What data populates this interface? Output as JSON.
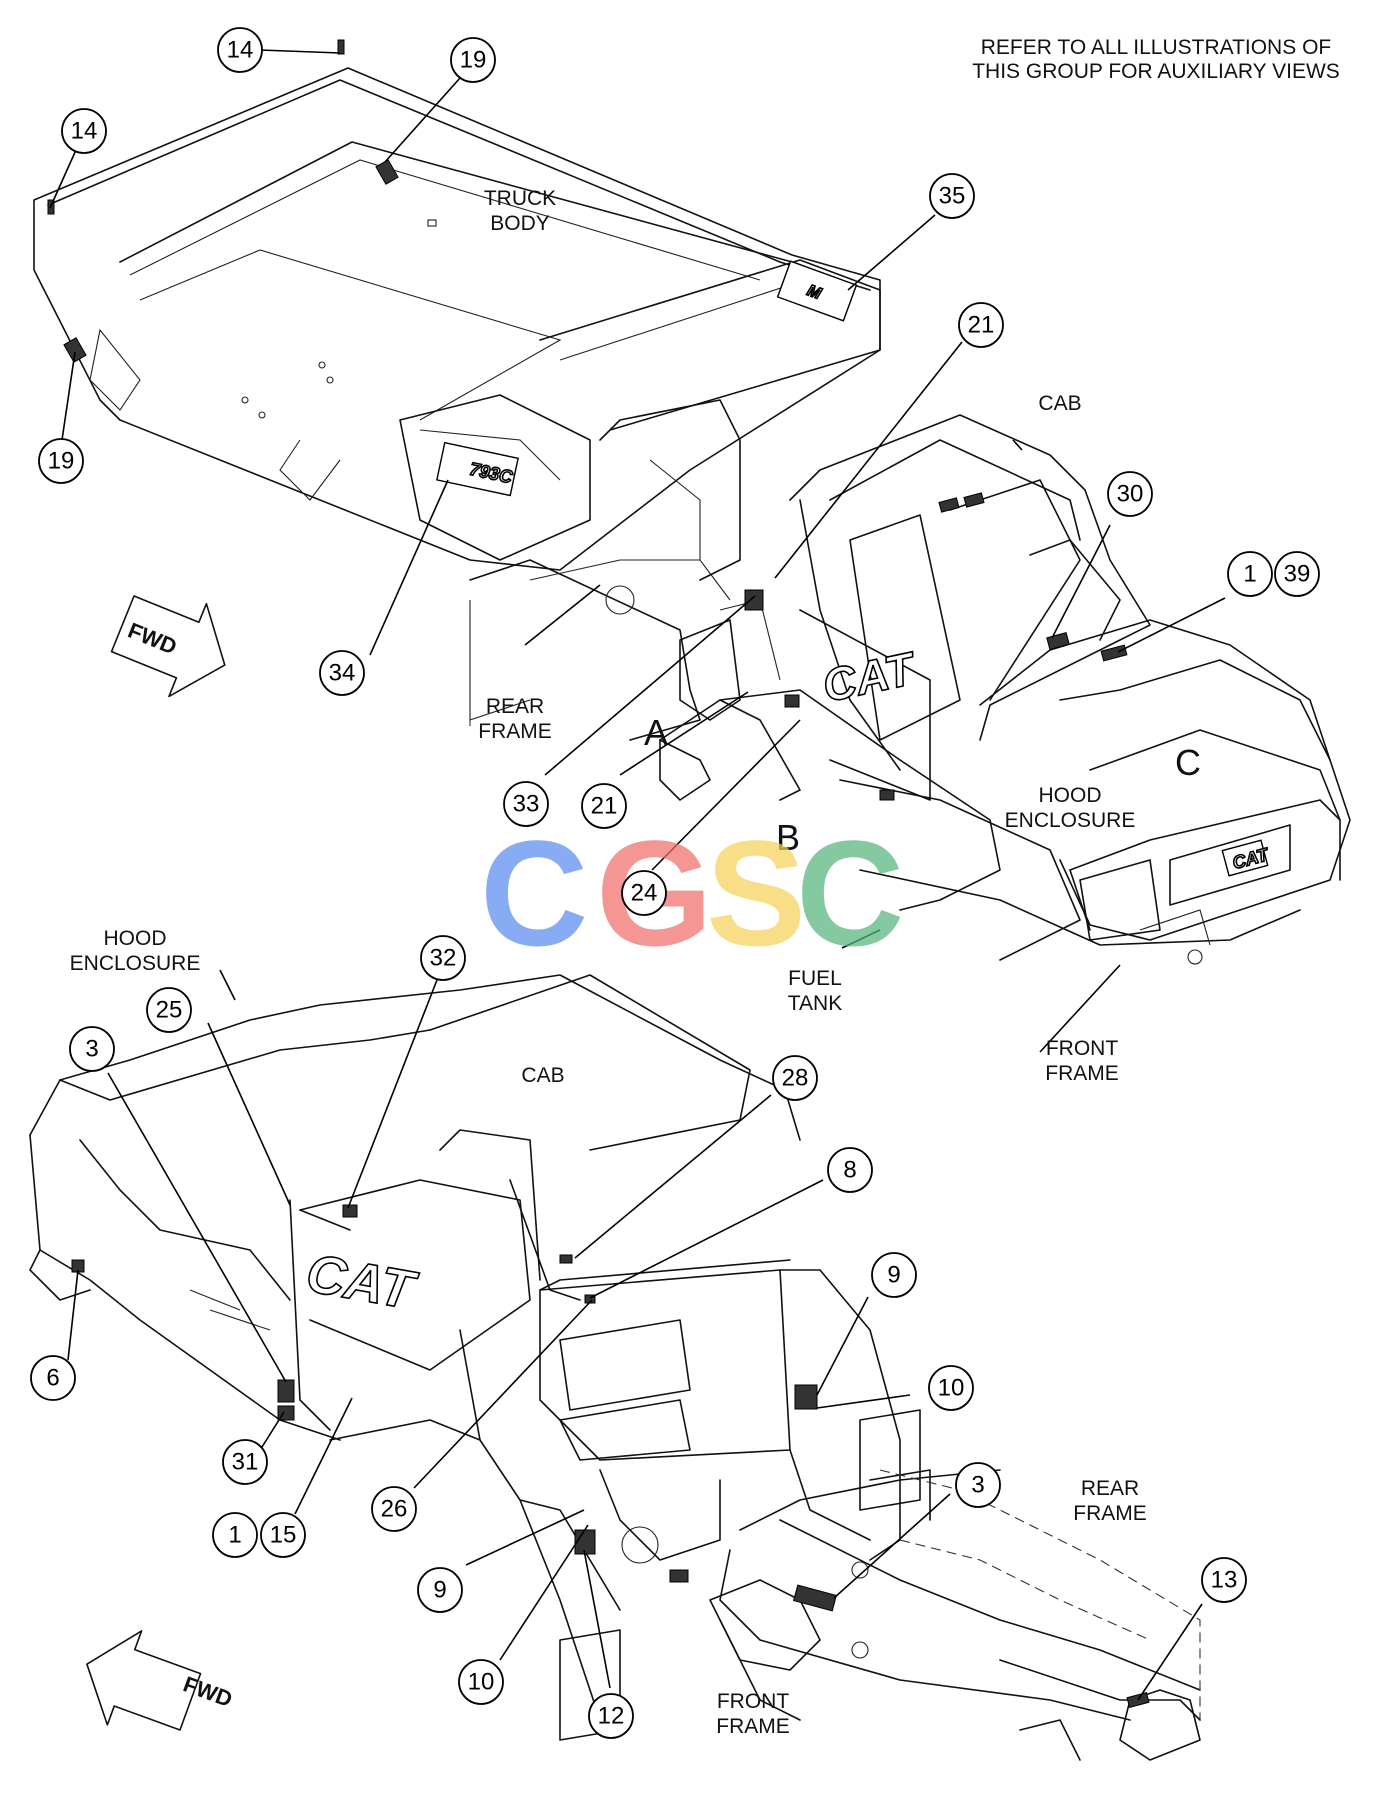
{
  "note": [
    "REFER TO ALL ILLUSTRATIONS OF",
    "THIS GROUP FOR AUXILIARY VIEWS"
  ],
  "labels": {
    "truck_body": [
      "TRUCK",
      "BODY"
    ],
    "cab_top": "CAB",
    "rear_frame_top": [
      "REAR",
      "FRAME"
    ],
    "hood_enclosure_top": [
      "HOOD",
      "ENCLOSURE"
    ],
    "fuel_tank": [
      "FUEL",
      "TANK"
    ],
    "front_frame_top": [
      "FRONT",
      "FRAME"
    ],
    "hood_enclosure_bottom": [
      "HOOD",
      "ENCLOSURE"
    ],
    "cab_bottom": "CAB",
    "rear_frame_bottom": [
      "REAR",
      "FRAME"
    ],
    "front_frame_bottom": [
      "FRONT",
      "FRAME"
    ]
  },
  "views": {
    "a": "A",
    "b": "B",
    "c": "C"
  },
  "fwd": "FWD",
  "brand": "CAT",
  "watermark": {
    "text": "CGSC",
    "colors": [
      "#5b8def",
      "#ef6f6c",
      "#f6d258",
      "#57b57d"
    ]
  },
  "callouts": {
    "c14a": "14",
    "c19a": "19",
    "c14b": "14",
    "c19b": "19",
    "c35": "35",
    "c21a": "21",
    "c30": "30",
    "c1a": "1",
    "c39": "39",
    "c34": "34",
    "c33": "33",
    "c21b": "21",
    "c24": "24",
    "c32": "32",
    "c25": "25",
    "c3a": "3",
    "c28": "28",
    "c8": "8",
    "c9a": "9",
    "c10a": "10",
    "c6": "6",
    "c31": "31",
    "c1b": "1",
    "c15": "15",
    "c26": "26",
    "c3b": "3",
    "c9b": "9",
    "c10b": "10",
    "c12": "12",
    "c13": "13"
  }
}
